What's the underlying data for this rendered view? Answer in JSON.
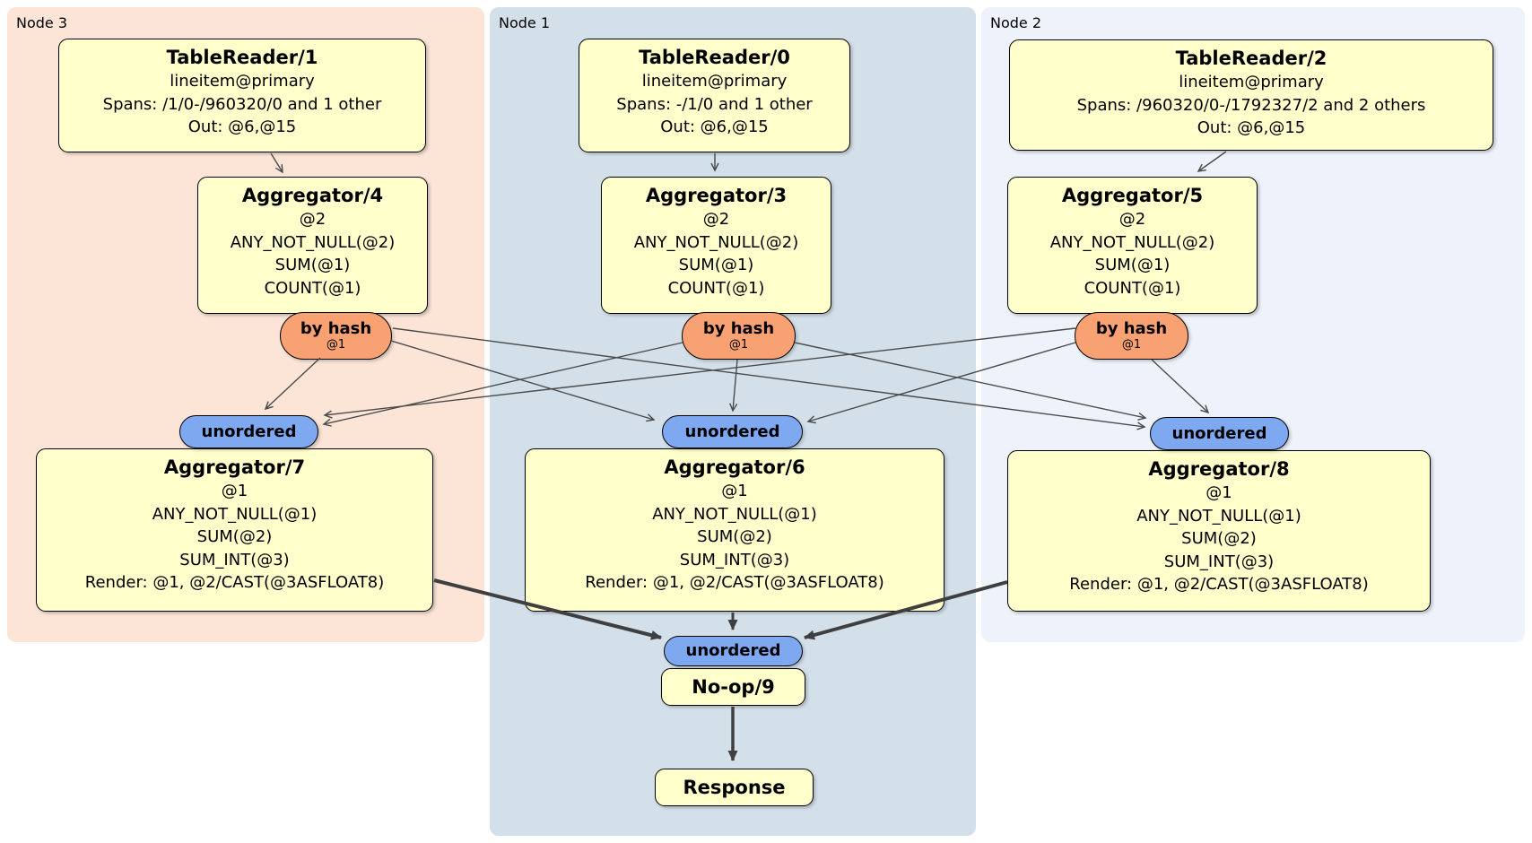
{
  "regions": {
    "node3": {
      "label": "Node 3",
      "bg": "#fce4d6"
    },
    "node1": {
      "label": "Node 1",
      "bg": "#d3e0ea"
    },
    "node2": {
      "label": "Node 2",
      "bg": "#eef2fa"
    }
  },
  "colors": {
    "processor_box": "#ffffcc",
    "hash_router_oval": "#f8a172",
    "stream_oval": "#7ea9f0",
    "thin_edge": "#4a4a4a",
    "thick_edge": "#3f3f3f"
  },
  "boxes": {
    "tr1": {
      "title": "TableReader/1",
      "lines": [
        "lineitem@primary",
        "Spans: /1/0-/960320/0 and 1 other",
        "Out: @6,@15"
      ]
    },
    "tr0": {
      "title": "TableReader/0",
      "lines": [
        "lineitem@primary",
        "Spans: -/1/0 and 1 other",
        "Out: @6,@15"
      ]
    },
    "tr2": {
      "title": "TableReader/2",
      "lines": [
        "lineitem@primary",
        "Spans: /960320/0-/1792327/2 and 2 others",
        "Out: @6,@15"
      ]
    },
    "agg4": {
      "title": "Aggregator/4",
      "lines": [
        "@2",
        "ANY_NOT_NULL(@2)",
        "SUM(@1)",
        "COUNT(@1)"
      ]
    },
    "agg3": {
      "title": "Aggregator/3",
      "lines": [
        "@2",
        "ANY_NOT_NULL(@2)",
        "SUM(@1)",
        "COUNT(@1)"
      ]
    },
    "agg5": {
      "title": "Aggregator/5",
      "lines": [
        "@2",
        "ANY_NOT_NULL(@2)",
        "SUM(@1)",
        "COUNT(@1)"
      ]
    },
    "agg7": {
      "title": "Aggregator/7",
      "lines": [
        "@1",
        "ANY_NOT_NULL(@1)",
        "SUM(@2)",
        "SUM_INT(@3)",
        "Render: @1, @2/CAST(@3ASFLOAT8)"
      ]
    },
    "agg6": {
      "title": "Aggregator/6",
      "lines": [
        "@1",
        "ANY_NOT_NULL(@1)",
        "SUM(@2)",
        "SUM_INT(@3)",
        "Render: @1, @2/CAST(@3ASFLOAT8)"
      ]
    },
    "agg8": {
      "title": "Aggregator/8",
      "lines": [
        "@1",
        "ANY_NOT_NULL(@1)",
        "SUM(@2)",
        "SUM_INT(@3)",
        "Render: @1, @2/CAST(@3ASFLOAT8)"
      ]
    },
    "noop": {
      "title": "No-op/9"
    },
    "response": {
      "title": "Response"
    }
  },
  "ovals": {
    "hash_left": {
      "label": "by hash",
      "sublabel": "@1"
    },
    "hash_center": {
      "label": "by hash",
      "sublabel": "@1"
    },
    "hash_right": {
      "label": "by hash",
      "sublabel": "@1"
    },
    "unordered_left": {
      "label": "unordered"
    },
    "unordered_center": {
      "label": "unordered"
    },
    "unordered_right": {
      "label": "unordered"
    },
    "unordered_bottom": {
      "label": "unordered"
    }
  }
}
